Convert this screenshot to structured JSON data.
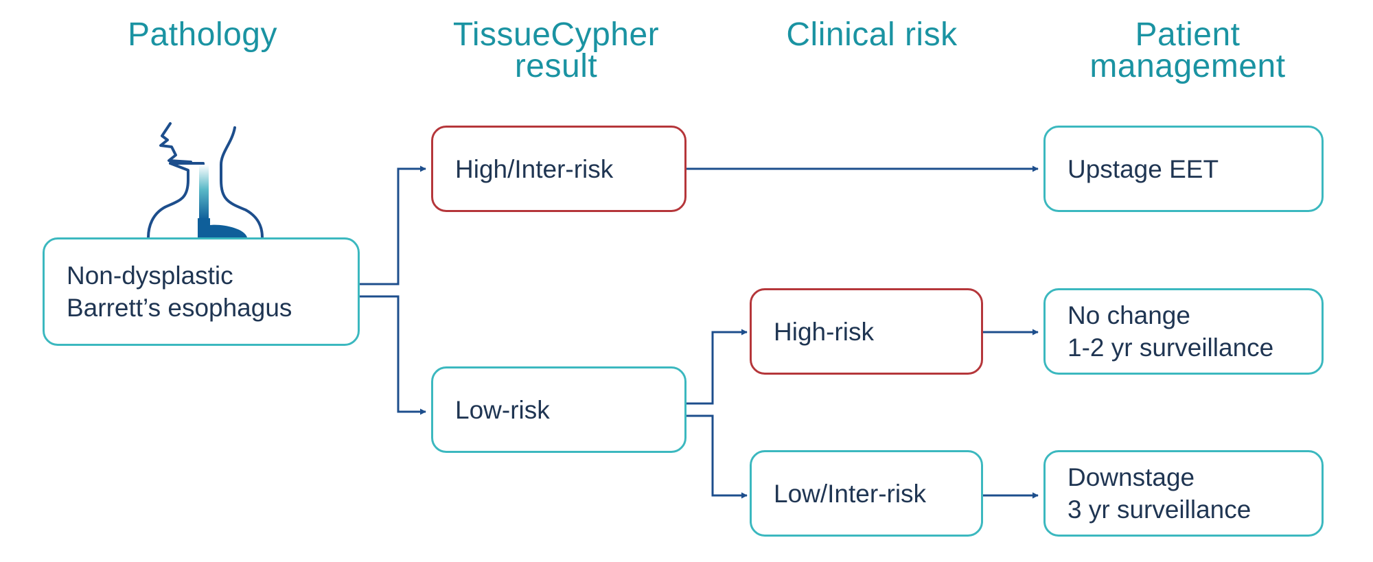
{
  "headers": {
    "pathology": "Pathology",
    "tissuecypher": "TissueCypher\nresult",
    "clinical_risk": "Clinical risk",
    "patient_management": "Patient\nmanagement"
  },
  "boxes": {
    "pathology": "Non-dysplastic\nBarrett’s esophagus",
    "high_inter_risk": "High/Inter-risk",
    "low_risk": "Low-risk",
    "high_risk": "High-risk",
    "low_inter_risk": "Low/Inter-risk",
    "upstage": "Upstage EET",
    "no_change": "No change\n1-2 yr surveillance",
    "downstage": "Downstage\n3 yr surveillance"
  },
  "colors": {
    "header_teal": "#1a93a2",
    "box_teal": "#3bb8bf",
    "box_red": "#b5363a",
    "connector_blue": "#1d4e8c",
    "text_navy": "#1f3552"
  },
  "icons": {
    "anatomy": "head-throat-stomach-icon"
  }
}
